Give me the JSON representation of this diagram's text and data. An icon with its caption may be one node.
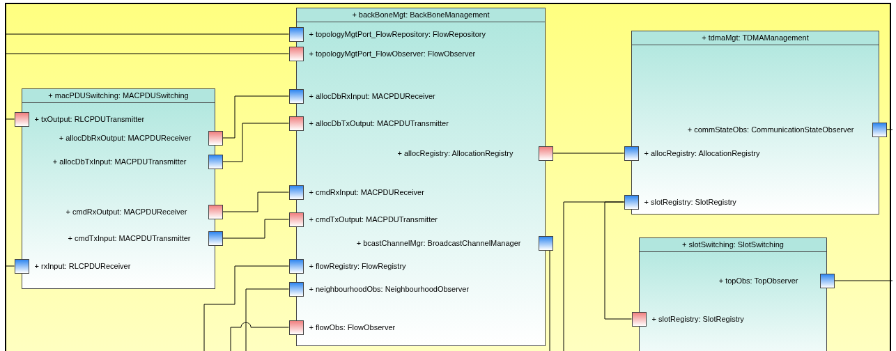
{
  "diagram": {
    "nodes": [
      {
        "text": [
          "+ backBoneMgt: BackBoneManagement"
        ]
      },
      {
        "text": [
          "+ topologyMgtPort_FlowRepository: FlowRepository"
        ],
        "in": 0
      },
      {
        "text": [
          "+ topologyMgtPort_FlowObserver: FlowObserver"
        ],
        "in": 0
      },
      {
        "text": [
          "+ allocDbRxInput: MACPDUReceiver"
        ],
        "in": 0
      },
      {
        "text": [
          "+ allocDbTxOutput: MACPDUTransmitter"
        ],
        "in": 0
      },
      {
        "text": [
          "+ allocRegistry: AllocationRegistry"
        ],
        "in": 0
      },
      {
        "text": [
          "+ cmdRxInput: MACPDUReceiver"
        ],
        "in": 0
      },
      {
        "text": [
          "+ cmdTxOutput: MACPDUTransmitter"
        ],
        "in": 0
      },
      {
        "text": [
          "+ bcastChannelMgr: BroadcastChannelManager"
        ],
        "in": 0
      },
      {
        "text": [
          "+ flowRegistry: FlowRegistry"
        ],
        "in": 0
      },
      {
        "text": [
          "+ neighbourhoodObs: NeighbourhoodObserver"
        ],
        "in": 0
      },
      {
        "text": [
          "+ flowObs: FlowObserver"
        ],
        "in": 0
      },
      {
        "text": [
          "+ macPDUSwitching: MACPDUSwitching"
        ]
      },
      {
        "text": [
          "+ txOutput: RLCPDUTransmitter"
        ],
        "in": 12
      },
      {
        "text": [
          "+ allocDbRxOutput: MACPDUReceiver"
        ],
        "in": 12
      },
      {
        "text": [
          "+ allocDbTxInput: MACPDUTransmitter"
        ],
        "in": 12
      },
      {
        "text": [
          "+ cmdRxOutput: MACPDUReceiver"
        ],
        "in": 12
      },
      {
        "text": [
          "+ cmdTxInput: MACPDUTransmitter"
        ],
        "in": 12
      },
      {
        "text": [
          "+ rxInput: RLCPDUReceiver"
        ],
        "in": 12
      },
      {
        "text": [
          "+ tdmaMgt: TDMAManagement"
        ]
      },
      {
        "text": [
          "+ commStateObs: CommunicationStateObserver"
        ],
        "in": 19
      },
      {
        "text": [
          "+ allocRegistry: AllocationRegistry"
        ],
        "in": 19
      },
      {
        "text": [
          "+ slotRegistry: SlotRegistry"
        ],
        "in": 19
      },
      {
        "text": [
          "+ slotSwitching: SlotSwitching"
        ]
      },
      {
        "text": [
          "+ topObs: TopObserver"
        ],
        "in": 23
      },
      {
        "text": [
          "+ slotRegistry: SlotRegistry"
        ],
        "in": 23
      }
    ],
    "edges": [
      {
        "from": null,
        "to": 1,
        "arrow": "none"
      },
      {
        "from": null,
        "to": 2,
        "arrow": "none"
      },
      {
        "from": 14,
        "to": 3,
        "arrow": "none"
      },
      {
        "from": 15,
        "to": 4,
        "arrow": "none"
      },
      {
        "from": 16,
        "to": 6,
        "arrow": "none"
      },
      {
        "from": 17,
        "to": 7,
        "arrow": "none"
      },
      {
        "from": 5,
        "to": 21,
        "arrow": "none"
      },
      {
        "from": null,
        "to": 9,
        "arrow": "none"
      },
      {
        "from": null,
        "to": 10,
        "arrow": "none"
      },
      {
        "from": null,
        "to": 11,
        "arrow": "none"
      },
      {
        "from": 8,
        "to": null,
        "arrow": "none"
      },
      {
        "from": 22,
        "to": 25,
        "arrow": "none"
      },
      {
        "from": 22,
        "to": null,
        "arrow": "none"
      },
      {
        "from": 20,
        "to": null,
        "arrow": "none"
      },
      {
        "from": 24,
        "to": null,
        "arrow": "none"
      },
      {
        "from": 13,
        "to": null,
        "arrow": "none"
      },
      {
        "from": 18,
        "to": null,
        "arrow": "none"
      }
    ]
  }
}
